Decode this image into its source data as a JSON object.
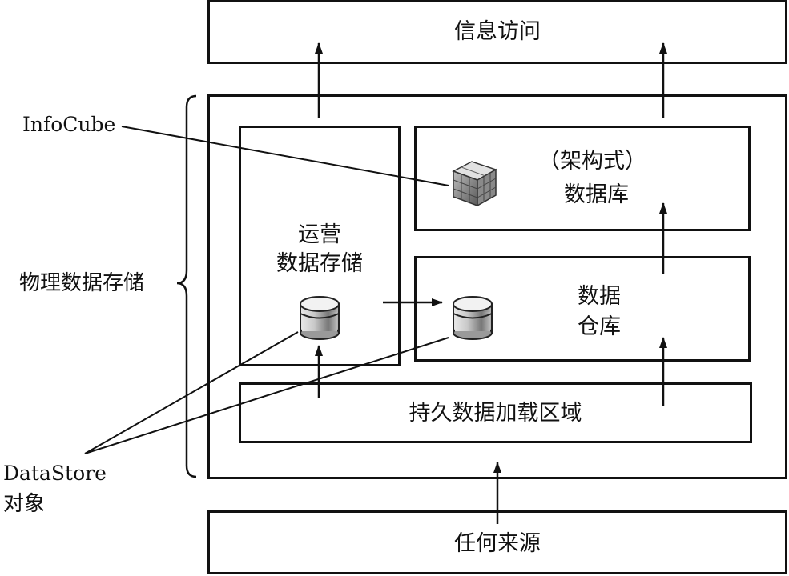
{
  "top_box_label": "信息访问",
  "bottom_box_label": "任何来源",
  "ods_label_line1": "运营",
  "ods_label_line2": "数据存储",
  "architected_db_line1": "（架构式）",
  "architected_db_line2": "数据库",
  "dw_label_line1": "数据",
  "dw_label_line2": "仓库",
  "psa_label": "持久数据加载区域",
  "infocube_label": "InfoCube",
  "physical_storage_label": "物理数据存储",
  "datastore_label_line1": "DataStore",
  "datastore_label_line2": "对象",
  "icons": {
    "infocube": "cube-icon",
    "datastore": "database-cylinder-icon"
  }
}
